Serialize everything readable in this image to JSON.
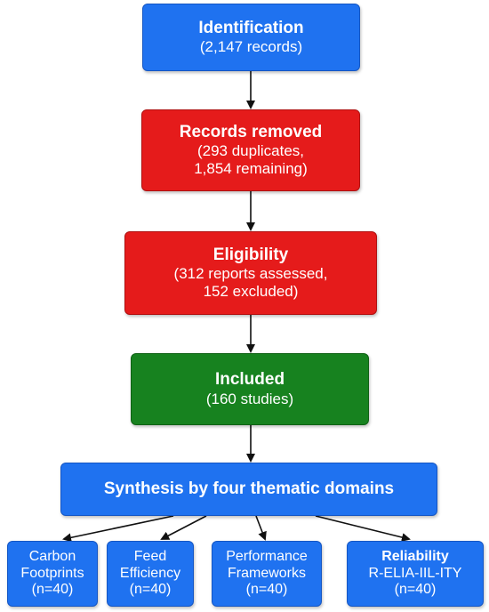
{
  "flow": {
    "identification": {
      "title": "Identification",
      "detail": "(2,147 records)"
    },
    "removed": {
      "title": "Records removed",
      "detail_line1": "(293 duplicates,",
      "detail_line2": "1,854 remaining)"
    },
    "eligibility": {
      "title": "Eligibility",
      "detail_line1": "(312 reports assessed,",
      "detail_line2": "152 excluded)"
    },
    "included": {
      "title": "Included",
      "detail": "(160 studies)"
    },
    "synthesis": {
      "title": "Synthesis by four thematic domains"
    },
    "domains": [
      {
        "line1": "Carbon",
        "line2": "Footprints",
        "count": "(n=40)"
      },
      {
        "line1": "Feed",
        "line2": "Efficiency",
        "count": "(n=40)"
      },
      {
        "line1": "Performance",
        "line2": "Frameworks",
        "count": "(n=40)"
      },
      {
        "line1": "Reliability",
        "line2": "R-ELIA-IIL-ITY",
        "count": "(n=40)"
      }
    ]
  },
  "colors": {
    "blue": "#1f72f0",
    "red": "#e51b1b",
    "green": "#17821f",
    "arrow": "#111111"
  }
}
